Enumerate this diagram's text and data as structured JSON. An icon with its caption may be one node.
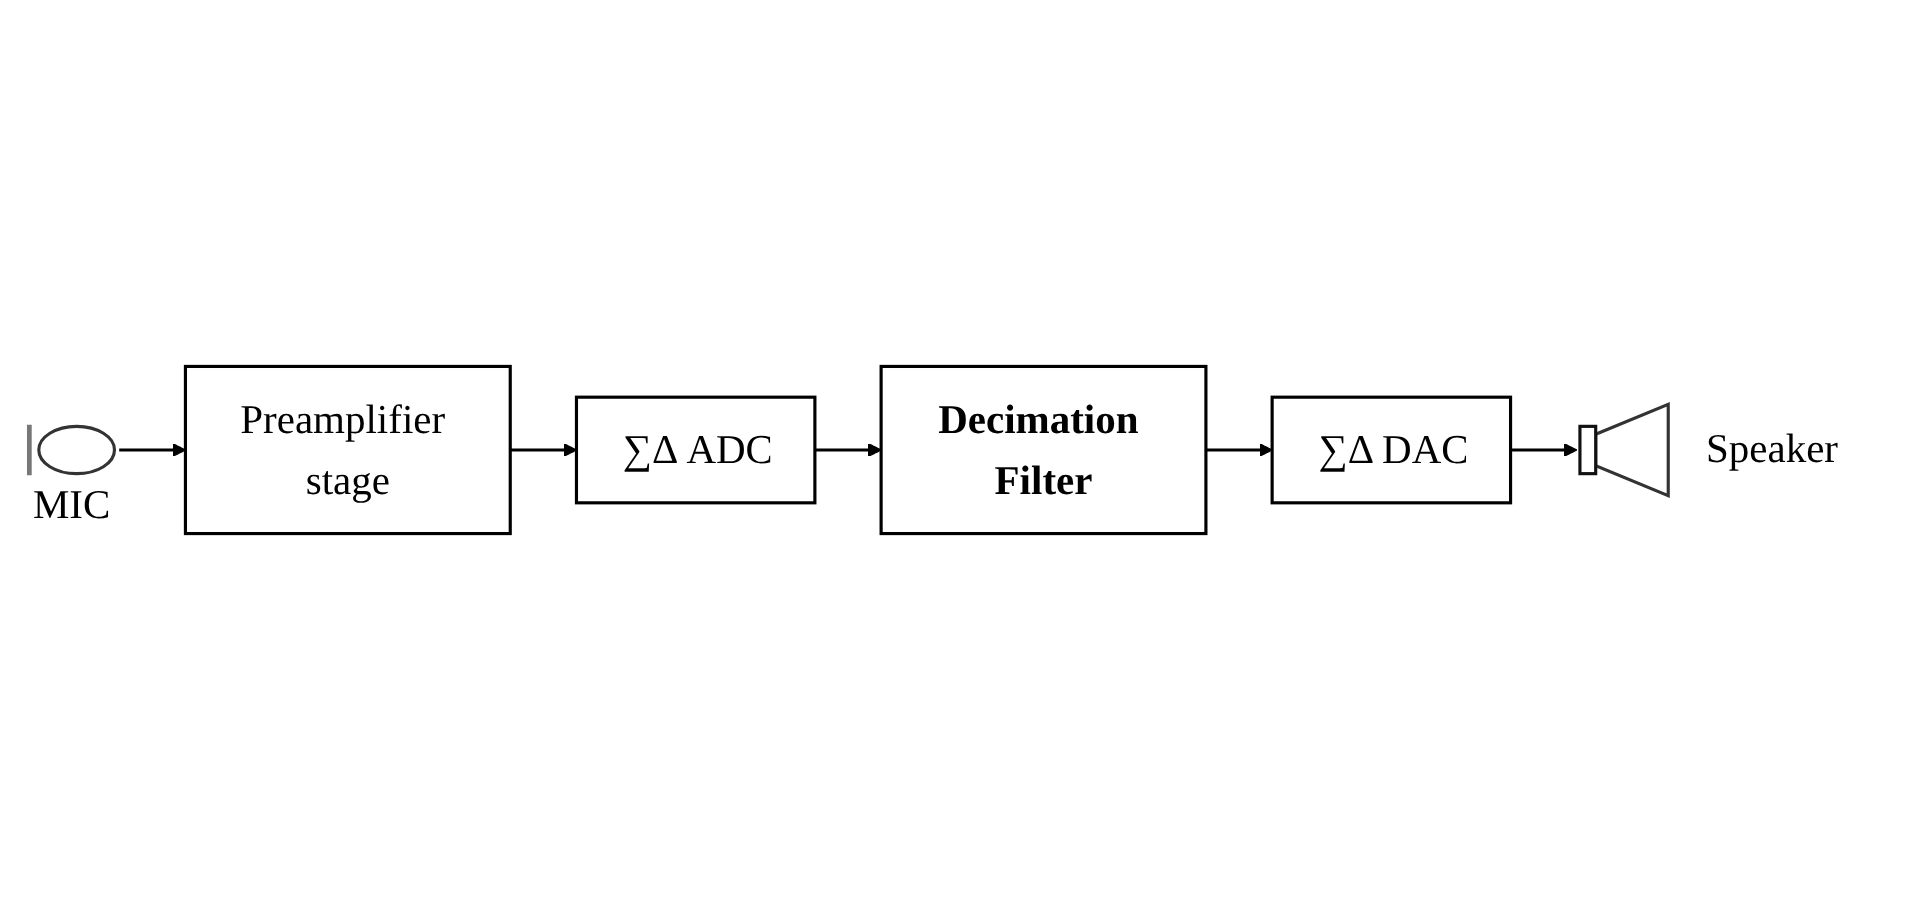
{
  "diagram": {
    "nodes": [
      {
        "text": [],
        "shape": "picture",
        "beside": [
          "MIC"
        ]
      },
      {
        "text": [
          "Preamplifier stage"
        ]
      },
      {
        "text": [
          "∑Δ ADC"
        ]
      },
      {
        "text": [
          "Decimation Filter"
        ]
      },
      {
        "text": [
          "∑Δ DAC"
        ]
      },
      {
        "text": [],
        "shape": "picture",
        "beside": [
          "Speaker"
        ]
      }
    ],
    "edges": [
      {
        "from": 0,
        "to": 1,
        "arrow": "to"
      },
      {
        "from": 1,
        "to": 2,
        "arrow": "to"
      },
      {
        "from": 2,
        "to": 3,
        "arrow": "to"
      },
      {
        "from": 3,
        "to": 4,
        "arrow": "to"
      },
      {
        "from": 4,
        "to": 5,
        "arrow": "to"
      }
    ]
  }
}
